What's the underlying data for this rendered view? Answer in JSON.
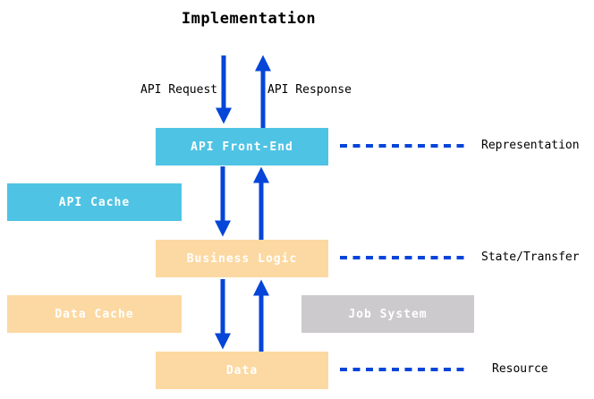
{
  "diagram": {
    "title": "Implementation",
    "flow_labels": {
      "request": "API Request",
      "response": "API Response"
    },
    "nodes": {
      "api_front_end": "API Front-End",
      "api_cache": "API Cache",
      "business_logic": "Business Logic",
      "data_cache": "Data Cache",
      "job_system": "Job System",
      "data": "Data"
    },
    "layer_labels": {
      "representation": "Representation",
      "state_transfer": "State/Transfer",
      "resource": "Resource"
    }
  },
  "colors": {
    "box_cyan": "#4FC3E4",
    "box_peach": "#FCD9A2",
    "box_gray": "#CDCACD",
    "arrow_blue": "#0545D8",
    "label_text": "#000000",
    "box_label_text": "#FFFFFF",
    "background": "#FFFFFF"
  }
}
